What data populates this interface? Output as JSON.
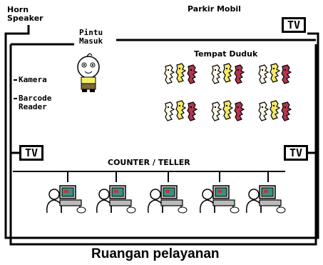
{
  "labels": {
    "horn_speaker": "Horn\nSpeaker",
    "parkir_mobil": "Parkir Mobil",
    "pintu_masuk": "Pintu\nMasuk",
    "tempat_duduk": "Tempat Duduk",
    "kamera": "Kamera",
    "barcode_reader": "Barcode\nReader",
    "counter_teller": "COUNTER / TELLER",
    "caption": "Ruangan pelayanan"
  },
  "tv_label": "TV",
  "colors": {
    "line": "#000000",
    "seat_yellow": "#f2ea66",
    "seat_red": "#b5344e",
    "seat_cream": "#fff8e6",
    "monitor_screen": "#3a8f86",
    "baby_shirt": "#f4ee66",
    "baby_pants": "#7b6a3a"
  },
  "icons": {
    "baby": "baby-mascot-icon",
    "seat": "seat-person-icon",
    "computer": "computer-user-icon"
  }
}
